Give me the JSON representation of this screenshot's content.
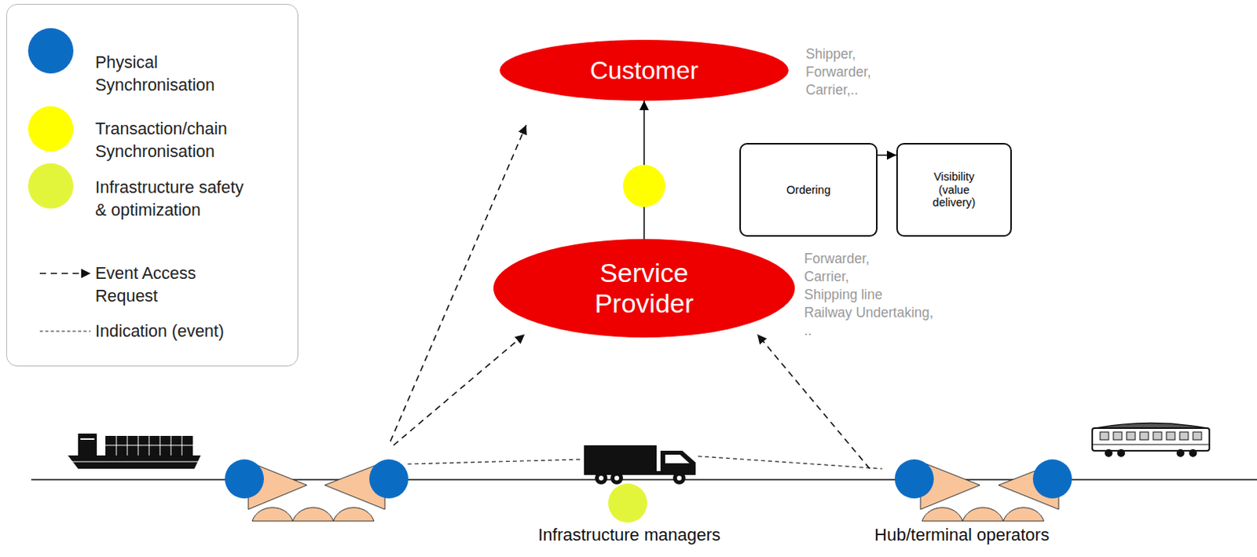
{
  "diagram": {
    "nodes": [
      {
        "text": [
          "Customer"
        ]
      },
      {
        "text": [
          "Service Provider"
        ]
      },
      {
        "text": [
          "Ordering"
        ]
      },
      {
        "text": [
          "Visibility (value delivery)"
        ]
      }
    ],
    "edges": [
      {
        "from": 1,
        "to": 0,
        "arrow": "to"
      },
      {
        "from": 2,
        "to": 3,
        "arrow": "to"
      }
    ],
    "labels": [
      "Shipper, Forwarder, Carrier,..",
      "Forwarder, Carrier, Shipping line Railway Undertaking, ..",
      "Infrastructure managers",
      "Hub/terminal operators"
    ],
    "legend": [
      {
        "text": "Physical Synchronisation",
        "color": "#0b6cc4"
      },
      {
        "text": "Transaction/chain Synchronisation",
        "color": "#ffff00"
      },
      {
        "text": "Infrastructure safety & optimization",
        "color": "#e3f53b"
      },
      {
        "text": "Event Access Request"
      },
      {
        "text": "Indication (event)"
      }
    ]
  }
}
